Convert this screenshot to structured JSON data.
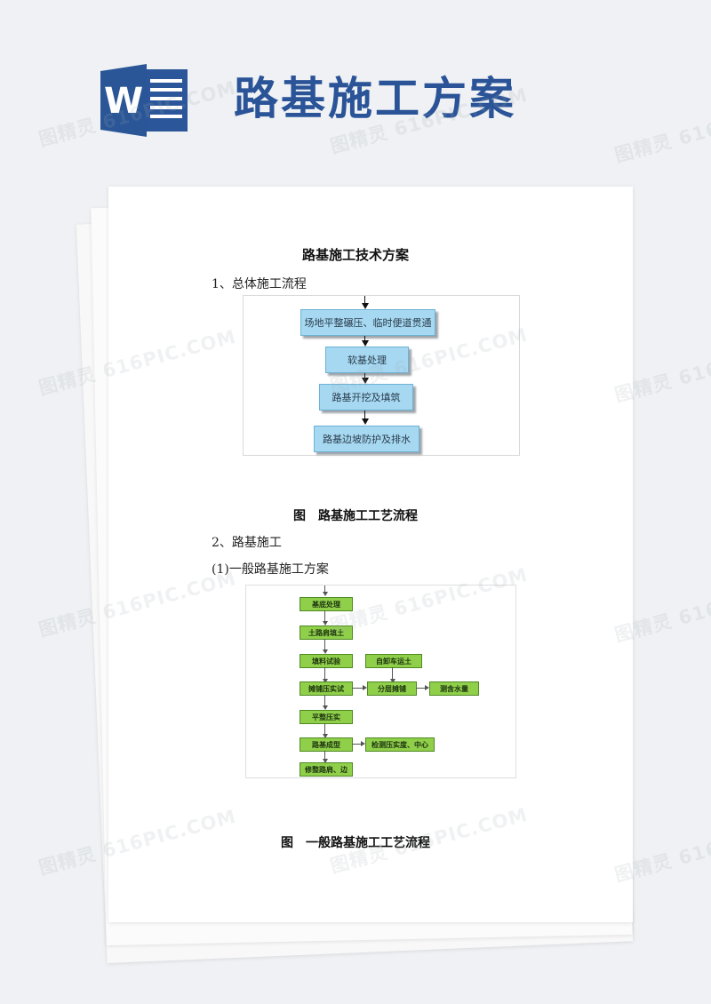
{
  "header": {
    "title": "路基施工方案",
    "icon_letter": "W"
  },
  "document": {
    "heading": "路基施工技术方案",
    "section1": "1、总体施工流程",
    "flow1": [
      "场地平整碾压、临时便道贯通",
      "软基处理",
      "路基开挖及填筑",
      "路基边坡防护及排水"
    ],
    "caption1": "图　路基施工工艺流程",
    "section2": "2、路基施工",
    "subsection": "(1)一般路基施工方案",
    "flow2": {
      "main": [
        "基底处理",
        "土路肩填土",
        "填料试验",
        "摊铺压实试",
        "平整压实",
        "路基成型",
        "修整路肩、边"
      ],
      "upper_side": "自卸车运土",
      "mid_side": [
        "分层摊铺",
        "测含水量"
      ],
      "lower_side": "检测压实度、中心"
    },
    "caption2": "图　一般路基施工工艺流程"
  },
  "watermark": "图精灵 616PIC.COM",
  "colors": {
    "title": "#2a5497",
    "blue_box": "#a6d8f2",
    "green_box": "#8fcf4a"
  }
}
